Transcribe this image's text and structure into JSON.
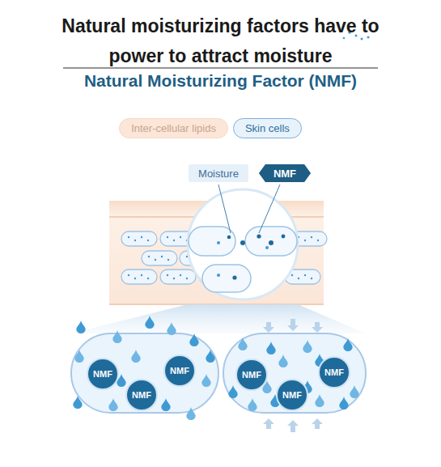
{
  "diagram": {
    "title": "Natural moisturizing factors have to power to attract moisture",
    "nodes": [
      {
        "text": [
          "Moisture"
        ]
      },
      {
        "text": [
          "NMF"
        ]
      },
      {
        "text": [
          "NMF"
        ]
      },
      {
        "text": [
          "NMF"
        ]
      },
      {
        "text": [
          "NMF"
        ]
      },
      {
        "text": [
          "NMF"
        ]
      },
      {
        "text": [
          "NMF"
        ]
      },
      {
        "text": [
          "NMF"
        ]
      }
    ],
    "labels": [
      "Natural Moisturizing Factor (NMF)"
    ],
    "legend": [
      {
        "text": "Inter-cellular lipids",
        "color": "#fbe6d8"
      },
      {
        "text": "Skin cells",
        "color": "#e8f2fb"
      }
    ]
  }
}
